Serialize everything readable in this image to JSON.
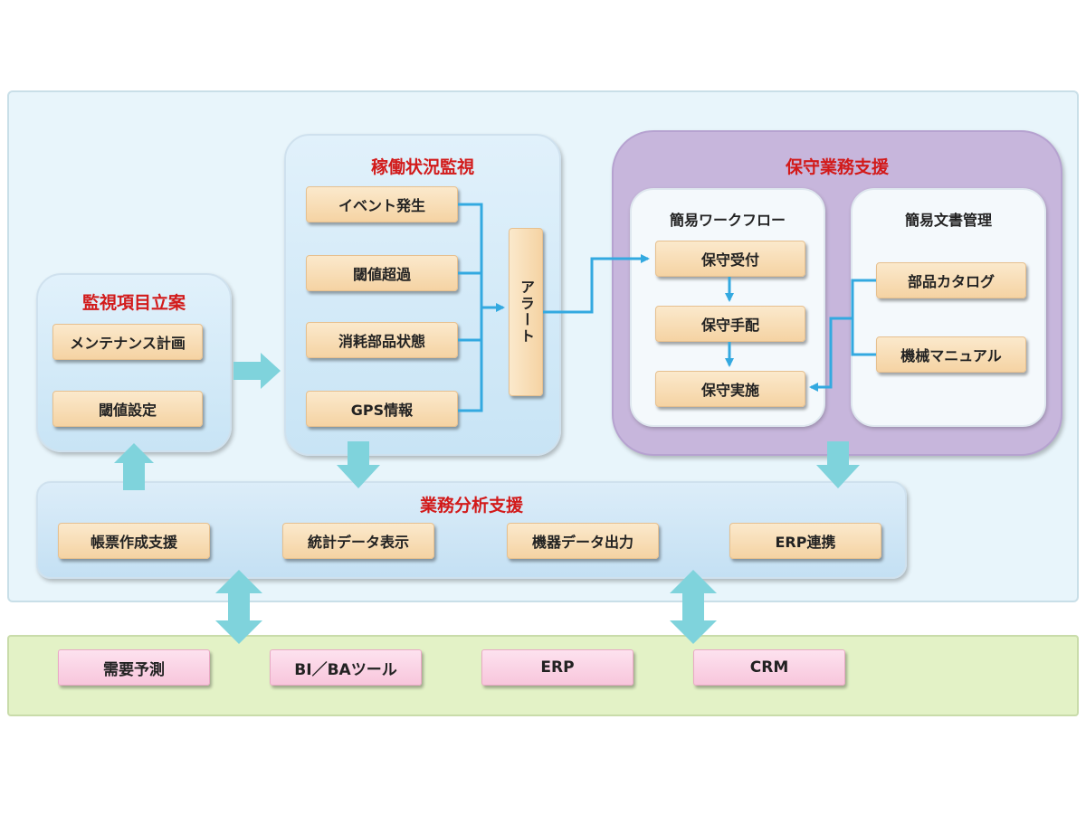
{
  "groups": {
    "planning": {
      "title": "監視項目立案",
      "items": [
        "メンテナンス計画",
        "閾値設定"
      ]
    },
    "monitoring": {
      "title": "稼働状況監視",
      "items": [
        "イベント発生",
        "閾値超過",
        "消耗部品状態",
        "GPS情報"
      ],
      "alert": "アラート"
    },
    "maintenance": {
      "title": "保守業務支援",
      "workflow": {
        "title": "簡易ワークフロー",
        "items": [
          "保守受付",
          "保守手配",
          "保守実施"
        ]
      },
      "documents": {
        "title": "簡易文書管理",
        "items": [
          "部品カタログ",
          "機械マニュアル"
        ]
      }
    },
    "analysis": {
      "title": "業務分析支援",
      "items": [
        "帳票作成支援",
        "統計データ表示",
        "機器データ出力",
        "ERP連携"
      ]
    }
  },
  "external": {
    "items": [
      "需要予測",
      "BI／BAツール",
      "ERP",
      "CRM"
    ]
  },
  "colors": {
    "title_red": "#d21a1a",
    "connector_blue": "#33a9e0",
    "arrow_teal": "#7fd3dc"
  }
}
